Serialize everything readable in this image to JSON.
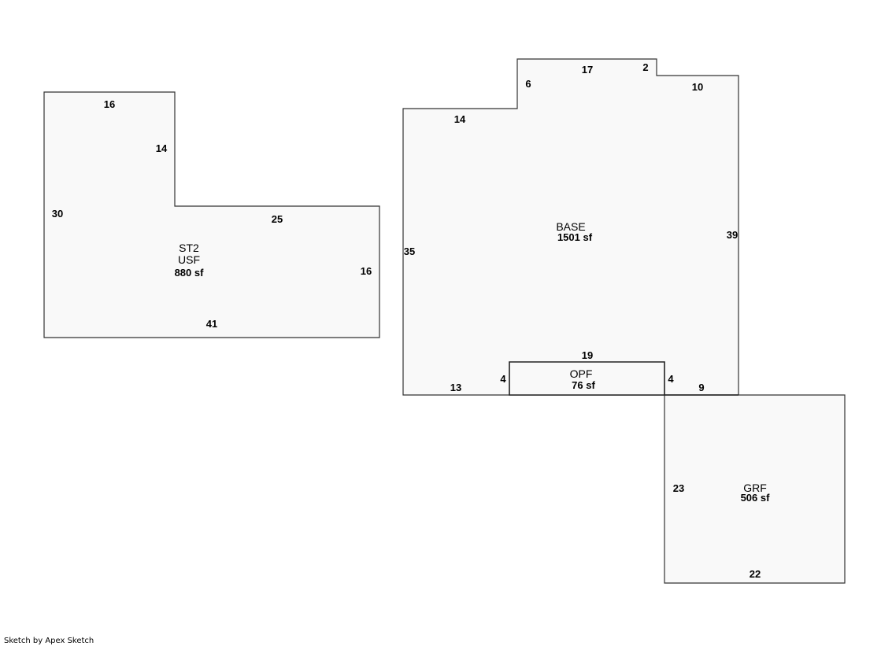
{
  "areas": {
    "st2": {
      "name": "ST2",
      "sub": "USF",
      "size": "880 sf",
      "dims": [
        "16",
        "14",
        "30",
        "25",
        "16",
        "41"
      ]
    },
    "base": {
      "name": "BASE",
      "size": "1501 sf",
      "dims": [
        "17",
        "2",
        "6",
        "10",
        "14",
        "39",
        "35",
        "13",
        "9"
      ]
    },
    "opf": {
      "name": "OPF",
      "size": "76 sf",
      "dims": [
        "19",
        "4",
        "4"
      ]
    },
    "grf": {
      "name": "GRF",
      "size": "506 sf",
      "dims": [
        "23",
        "22"
      ]
    }
  },
  "footer": "Sketch by Apex Sketch",
  "colors": {
    "fill": "#f9f9f9",
    "stroke": "#333333"
  }
}
